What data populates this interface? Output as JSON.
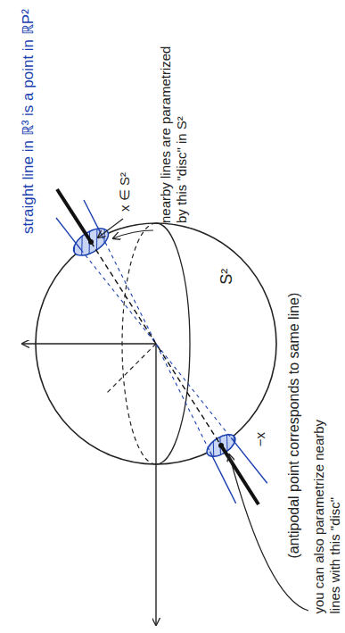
{
  "diagram": {
    "labels": [
      "straight line in ℝ³ is a point in ℝP²",
      "x ∈ S²",
      "nearby lines are parametrized by this \"disc\" in S²",
      "S²",
      "−x",
      "(antipodal point corresponds to same line)",
      "you can also parametrize nearby lines with this \"disc\""
    ]
  }
}
